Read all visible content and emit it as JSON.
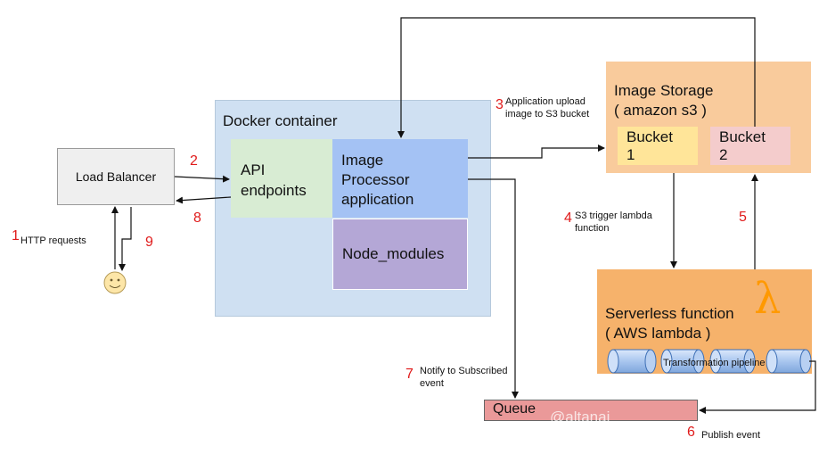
{
  "load_balancer": {
    "label": "Load Balancer"
  },
  "docker": {
    "title": "Docker container",
    "api_label_1": "API",
    "api_label_2": "endpoints",
    "processor_label_1": "Image",
    "processor_label_2": "Processor",
    "processor_label_3": "application",
    "node_modules_label": "Node_modules"
  },
  "storage": {
    "title_1": "Image Storage",
    "title_2": "( amazon s3 )",
    "bucket1_line1": "Bucket",
    "bucket1_line2": "1",
    "bucket2_line1": "Bucket",
    "bucket2_line2": "2"
  },
  "lambda": {
    "title_1": "Serverless function",
    "title_2": "( AWS lambda )",
    "symbol": "λ",
    "pipeline_label": "Transformation pipeline"
  },
  "queue": {
    "label": "Queue"
  },
  "watermark": "@altanai",
  "steps": {
    "s1": {
      "num": "1",
      "text": "HTTP requests"
    },
    "s2": {
      "num": "2"
    },
    "s3": {
      "num": "3",
      "line1": "Application upload",
      "line2": "image to S3 bucket"
    },
    "s4": {
      "num": "4",
      "line1": "S3 trigger lambda",
      "line2": "function"
    },
    "s5": {
      "num": "5"
    },
    "s6": {
      "num": "6",
      "text": "Publish event"
    },
    "s7": {
      "num": "7",
      "line1": "Notify to Subscribed",
      "line2": "event"
    },
    "s8": {
      "num": "8"
    },
    "s9": {
      "num": "9"
    }
  },
  "colors": {
    "docker_bg": "#cfe0f2",
    "api_bg": "#d8ecd3",
    "processor_bg": "#a4c2f4",
    "node_modules_bg": "#b4a7d6",
    "storage_bg": "#f9cb9c",
    "bucket1_bg": "#ffe599",
    "bucket2_bg": "#f4cccc",
    "lambda_bg": "#f6b26b",
    "lambda_symbol": "#ff9900",
    "queue_bg": "#ea9999",
    "step_number": "#e01b1b"
  },
  "icons": {
    "user": "smiley-face-icon",
    "lambda": "aws-lambda-icon",
    "pipeline": "cylinder-pipe-icon"
  }
}
